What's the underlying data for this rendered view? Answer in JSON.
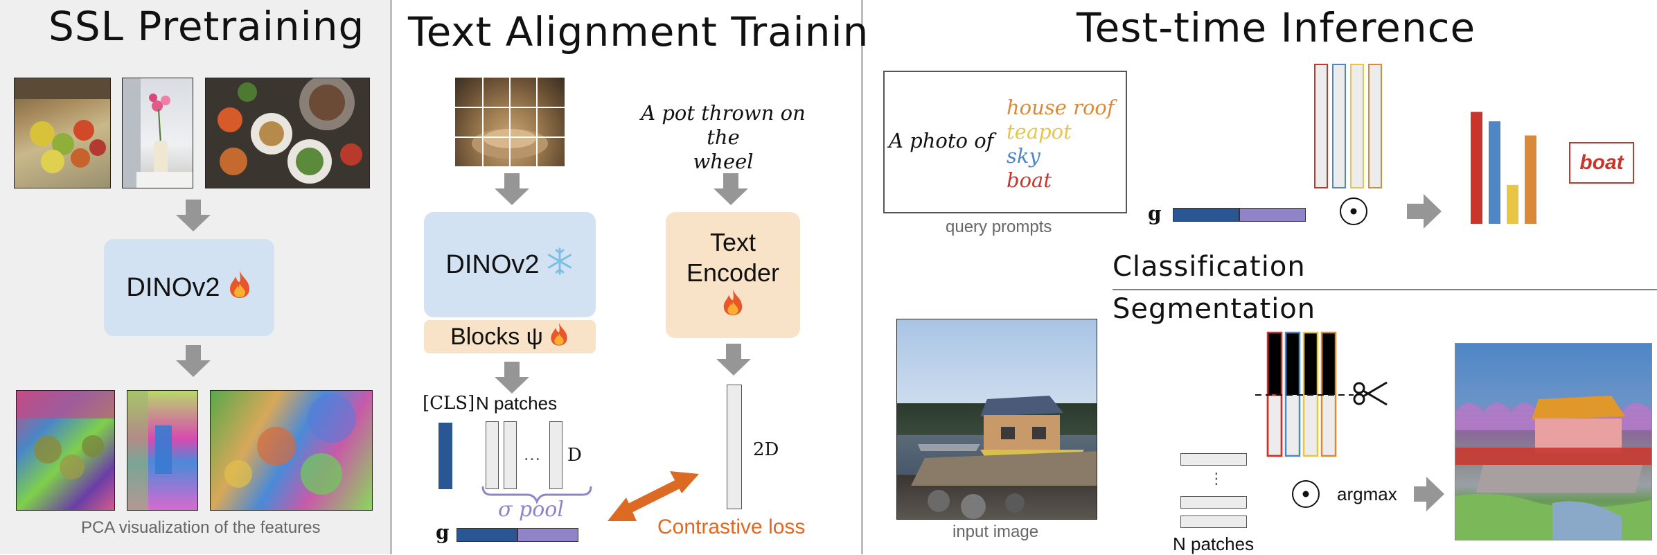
{
  "ssl": {
    "title": "SSL Pretraining",
    "model_label": "DINOv2",
    "fire_icon": "fire-icon",
    "caption": "PCA visualization of the features"
  },
  "text_alignment": {
    "title": "Text Alignment Training",
    "model_label": "DINOv2",
    "snowflake_icon": "snowflake-icon",
    "blocks_label": "Blocks ψ",
    "text_encoder_line1": "Text",
    "text_encoder_line2": "Encoder",
    "caption_text_line1": "A pot thrown on the",
    "caption_text_line2": "wheel",
    "cls_label": "[CLS]",
    "patches_label": "N patches",
    "dots": "…",
    "d_label": "D",
    "two_d_label": "2D",
    "pool_label": "σ pool",
    "g_label": "g",
    "loss_label": "Contrastive loss"
  },
  "inference": {
    "title": "Test-time Inference",
    "prompt_prefix": "A photo of",
    "prompt_classes": [
      {
        "label": "house roof",
        "color": "#d9893a"
      },
      {
        "label": "teapot",
        "color": "#e8c544"
      },
      {
        "label": "sky",
        "color": "#4f86c6"
      },
      {
        "label": "boat",
        "color": "#c8362b"
      }
    ],
    "prompts_caption": "query prompts",
    "g_label": "g",
    "dot_symbol": "⊙",
    "result_label": "boat",
    "classification_label": "Classification",
    "segmentation_label": "Segmentation",
    "input_caption": "input image",
    "vdots": "⋮",
    "patches_label": "N patches",
    "argmax_label": "argmax",
    "scissors_icon": "scissors-icon"
  },
  "colors": {
    "model_blue": "#d2e2f3",
    "encoder_orange": "#f8e3c8",
    "g_blue": "#2a5694",
    "g_purple": "#9083c7",
    "arrow_gray": "#969696",
    "loss_orange": "#dd6a22"
  },
  "chart_data": {
    "type": "bar",
    "categories": [
      "house roof",
      "teapot",
      "sky",
      "boat"
    ],
    "values": [
      0.75,
      0.33,
      0.87,
      0.95
    ],
    "ylim": [
      0,
      1
    ],
    "grid": false
  }
}
